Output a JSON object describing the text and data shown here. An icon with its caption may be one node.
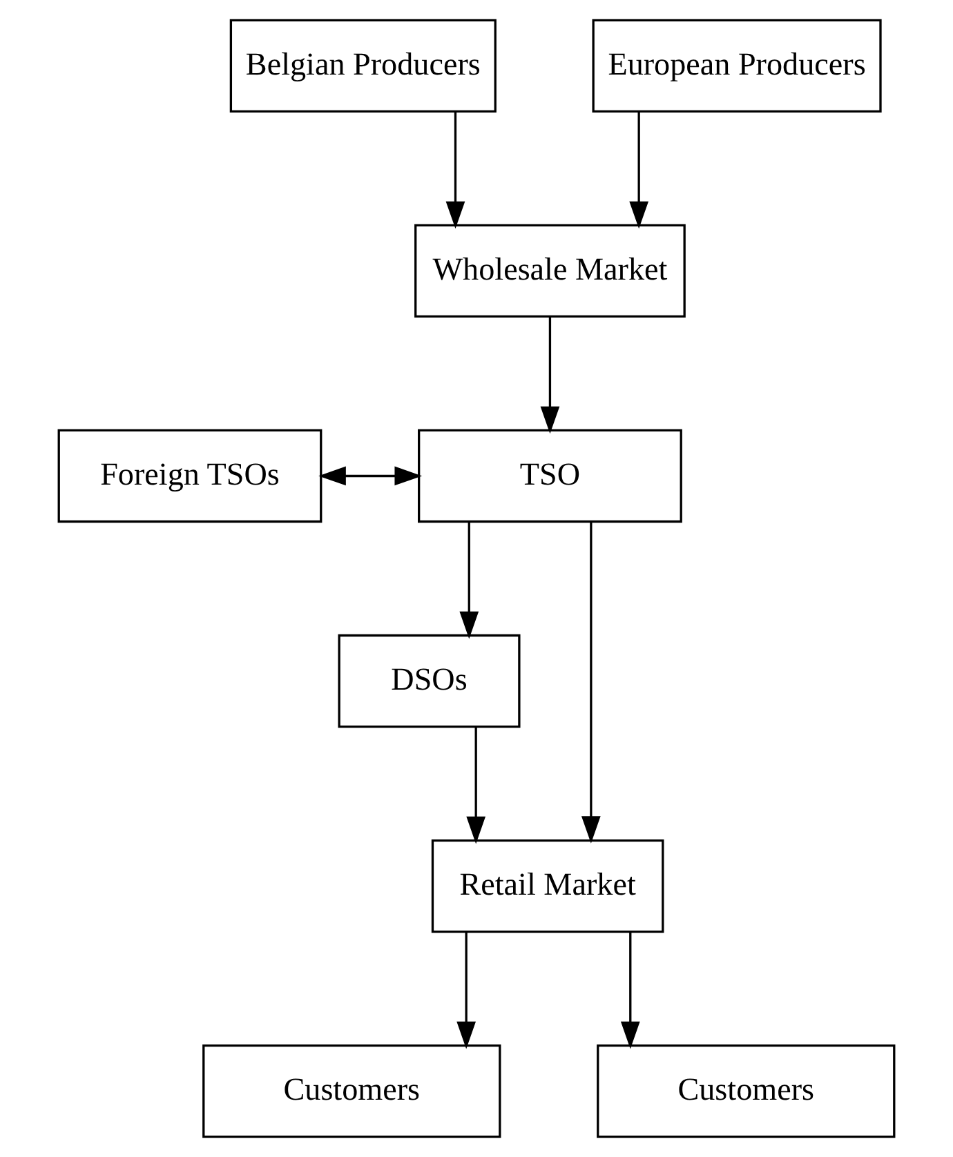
{
  "diagram": {
    "nodes": [
      {
        "text": [
          "Belgian Producers"
        ]
      },
      {
        "text": [
          "European Producers"
        ]
      },
      {
        "text": [
          "Wholesale Market"
        ]
      },
      {
        "text": [
          "Foreign TSOs"
        ]
      },
      {
        "text": [
          "TSO"
        ]
      },
      {
        "text": [
          "DSOs"
        ]
      },
      {
        "text": [
          "Retail Market"
        ]
      },
      {
        "text": [
          "Customers"
        ]
      },
      {
        "text": [
          "Customers"
        ]
      }
    ],
    "edges": [
      {
        "from": 0,
        "to": 2,
        "arrow": "to"
      },
      {
        "from": 1,
        "to": 2,
        "arrow": "to"
      },
      {
        "from": 2,
        "to": 4,
        "arrow": "to"
      },
      {
        "from": 3,
        "to": 4,
        "arrow": "both"
      },
      {
        "from": 4,
        "to": 5,
        "arrow": "to"
      },
      {
        "from": 4,
        "to": 6,
        "arrow": "to"
      },
      {
        "from": 5,
        "to": 6,
        "arrow": "to"
      },
      {
        "from": 6,
        "to": 7,
        "arrow": "to"
      },
      {
        "from": 6,
        "to": 8,
        "arrow": "to"
      }
    ]
  }
}
